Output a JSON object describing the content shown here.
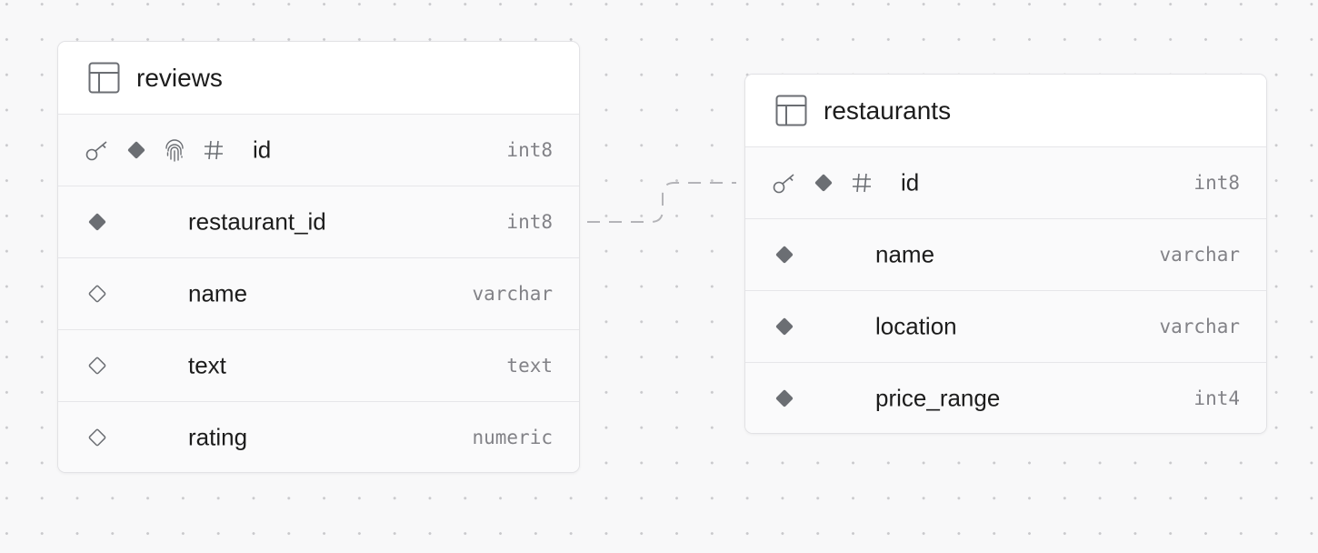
{
  "tables": [
    {
      "name": "reviews",
      "columns": [
        {
          "name": "id",
          "type": "int8",
          "icons": [
            "key-icon",
            "diamond-filled-icon",
            "fingerprint-icon",
            "hash-icon"
          ]
        },
        {
          "name": "restaurant_id",
          "type": "int8",
          "icons": [
            "diamond-filled-icon"
          ]
        },
        {
          "name": "name",
          "type": "varchar",
          "icons": [
            "diamond-outline-icon"
          ]
        },
        {
          "name": "text",
          "type": "text",
          "icons": [
            "diamond-outline-icon"
          ]
        },
        {
          "name": "rating",
          "type": "numeric",
          "icons": [
            "diamond-outline-icon"
          ]
        }
      ]
    },
    {
      "name": "restaurants",
      "columns": [
        {
          "name": "id",
          "type": "int8",
          "icons": [
            "key-icon",
            "diamond-filled-icon",
            "hash-icon"
          ]
        },
        {
          "name": "name",
          "type": "varchar",
          "icons": [
            "diamond-filled-icon"
          ]
        },
        {
          "name": "location",
          "type": "varchar",
          "icons": [
            "diamond-filled-icon"
          ]
        },
        {
          "name": "price_range",
          "type": "int4",
          "icons": [
            "diamond-filled-icon"
          ]
        }
      ]
    }
  ],
  "relations": [
    {
      "from": "reviews.restaurant_id",
      "to": "restaurants.id"
    }
  ],
  "colors": {
    "canvas": "#f8f8f9",
    "grid_dot": "#c9c9cc",
    "card_border": "#e2e2e5",
    "icon": "#6b6e73",
    "text": "#1c1c1c",
    "type_text": "#828287",
    "relation_line": "#b4b4b8"
  }
}
